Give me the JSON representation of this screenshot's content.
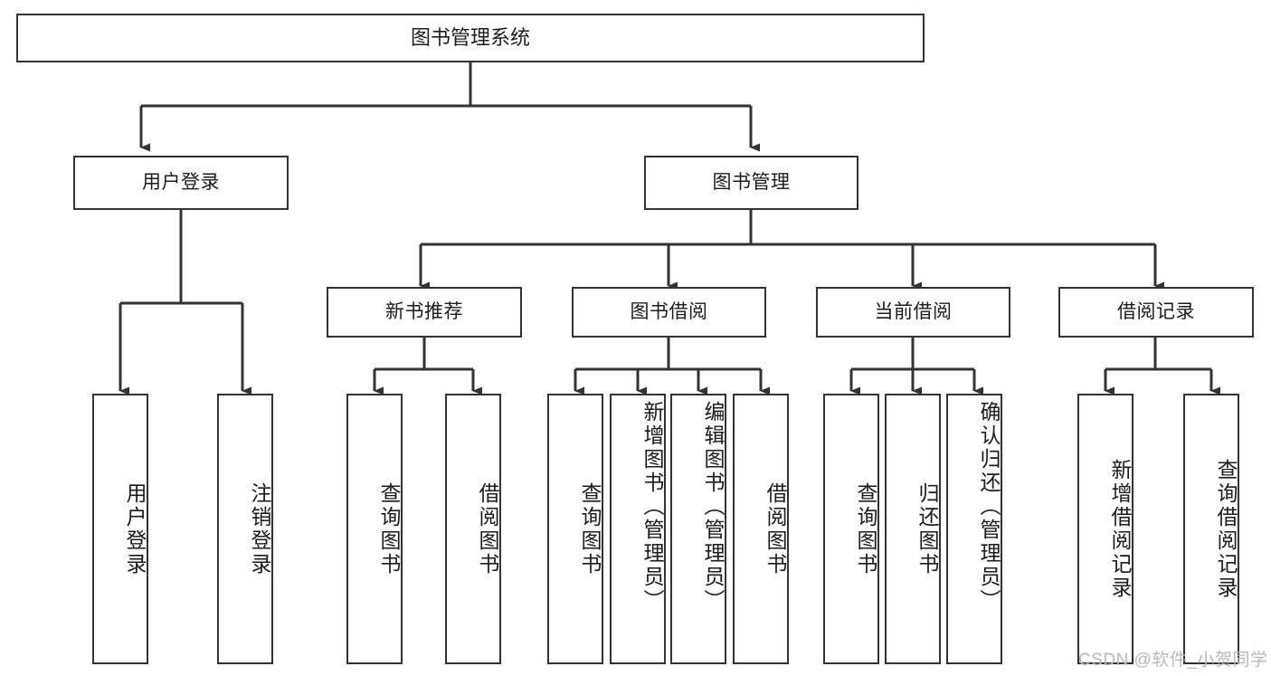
{
  "diagram": {
    "type": "hierarchy-tree",
    "title": "图书管理系统",
    "nodes": {
      "root": {
        "label": "图书管理系统"
      },
      "level1": [
        {
          "id": "user-login",
          "label": "用户登录"
        },
        {
          "id": "book-management",
          "label": "图书管理"
        }
      ],
      "level2": [
        {
          "id": "new-book-recommend",
          "label": "新书推荐"
        },
        {
          "id": "book-borrow",
          "label": "图书借阅"
        },
        {
          "id": "current-borrow",
          "label": "当前借阅"
        },
        {
          "id": "borrow-record",
          "label": "借阅记录"
        }
      ],
      "leaves": {
        "user-login": [
          {
            "id": "leaf-user-login",
            "label": "用户登录"
          },
          {
            "id": "leaf-logout-login",
            "label": "注销登录"
          }
        ],
        "new-book-recommend": [
          {
            "id": "leaf-query-book-1",
            "label": "查询图书"
          },
          {
            "id": "leaf-borrow-book-1",
            "label": "借阅图书"
          }
        ],
        "book-borrow": [
          {
            "id": "leaf-query-book-2",
            "label": "查询图书"
          },
          {
            "id": "leaf-add-book",
            "label": "新增图书（管理员）"
          },
          {
            "id": "leaf-edit-book",
            "label": "编辑图书（管理员）"
          },
          {
            "id": "leaf-borrow-book-2",
            "label": "借阅图书"
          }
        ],
        "current-borrow": [
          {
            "id": "leaf-query-book-3",
            "label": "查询图书"
          },
          {
            "id": "leaf-return-book",
            "label": "归还图书"
          },
          {
            "id": "leaf-confirm-return",
            "label": "确认归还（管理员）"
          }
        ],
        "borrow-record": [
          {
            "id": "leaf-add-record",
            "label": "新增借阅记录"
          },
          {
            "id": "leaf-query-record",
            "label": "查询借阅记录"
          }
        ]
      }
    },
    "colors": {
      "stroke": "#333333",
      "fill": "#ffffff",
      "text": "#1c1c1c",
      "watermark": "#b9b9b9"
    }
  },
  "watermark": {
    "text": "CSDN @软件_小贺同学"
  }
}
